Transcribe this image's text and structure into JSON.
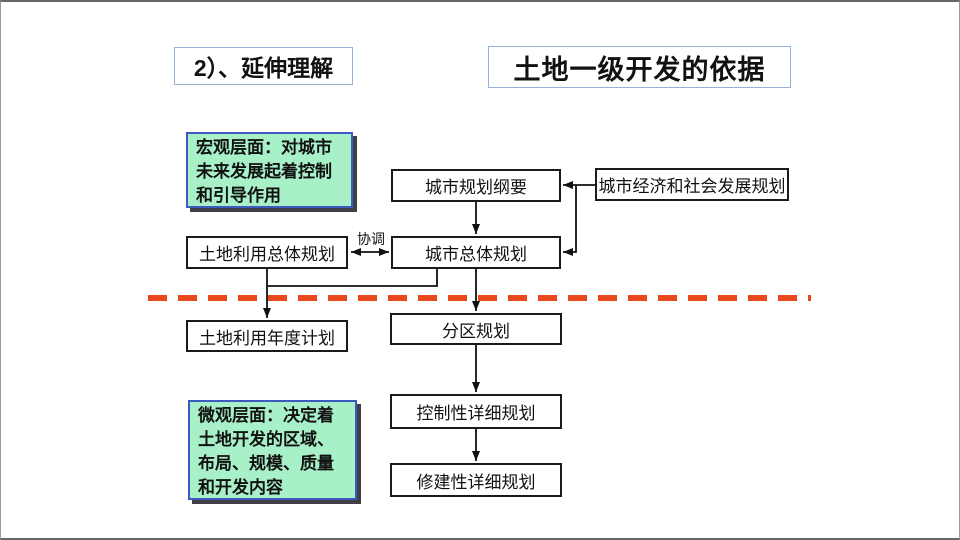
{
  "slide": {
    "title_left": "2）、延伸理解",
    "title_right": "土地一级开发的依据"
  },
  "notes": {
    "macro": {
      "full": "宏观层面：对城市未来发展起着控制和引导作用",
      "lines": [
        "宏观层面：对城市",
        "未来发展起着控制",
        "和引导作用"
      ]
    },
    "micro": {
      "full": "微观层面：决定着土地开发的区域、布局、规模、质量和开发内容",
      "lines": [
        "微观层面：决定着",
        "土地开发的区域、",
        "布局、规模、质量",
        "和开发内容"
      ]
    }
  },
  "flowchart": {
    "nodes": [
      {
        "id": "city-plan-outline",
        "label": "城市规划纲要"
      },
      {
        "id": "economic-social-plan",
        "label": "城市经济和社会发展规划"
      },
      {
        "id": "land-use-master-plan",
        "label": "土地利用总体规划"
      },
      {
        "id": "city-master-plan",
        "label": "城市总体规划"
      },
      {
        "id": "annual-land-use-plan",
        "label": "土地利用年度计划"
      },
      {
        "id": "district-plan",
        "label": "分区规划"
      },
      {
        "id": "regulatory-detailed-plan",
        "label": "控制性详细规划"
      },
      {
        "id": "constructive-detailed-plan",
        "label": "修建性详细规划"
      }
    ],
    "edges": [
      {
        "from": "economic-social-plan",
        "to": "city-plan-outline",
        "type": "arrow"
      },
      {
        "from": "economic-social-plan",
        "to": "city-master-plan",
        "type": "arrow"
      },
      {
        "from": "city-plan-outline",
        "to": "city-master-plan",
        "type": "arrow"
      },
      {
        "from": "land-use-master-plan",
        "to": "city-master-plan",
        "type": "double-arrow",
        "label": "协调"
      },
      {
        "from": "land-use-master-plan",
        "to": "annual-land-use-plan",
        "type": "arrow"
      },
      {
        "from": "city-master-plan",
        "to": "annual-land-use-plan",
        "type": "arrow"
      },
      {
        "from": "city-master-plan",
        "to": "district-plan",
        "type": "arrow"
      },
      {
        "from": "district-plan",
        "to": "regulatory-detailed-plan",
        "type": "arrow"
      },
      {
        "from": "regulatory-detailed-plan",
        "to": "constructive-detailed-plan",
        "type": "arrow"
      }
    ],
    "edge_label": "协调"
  },
  "colors": {
    "note_fill": "#A8F0C8",
    "note_border": "#3D5BBF",
    "note_shadow": "#3F3F46",
    "divider_red": "#E8481C",
    "title_border": "#95B3D7",
    "line_black": "#111111"
  }
}
